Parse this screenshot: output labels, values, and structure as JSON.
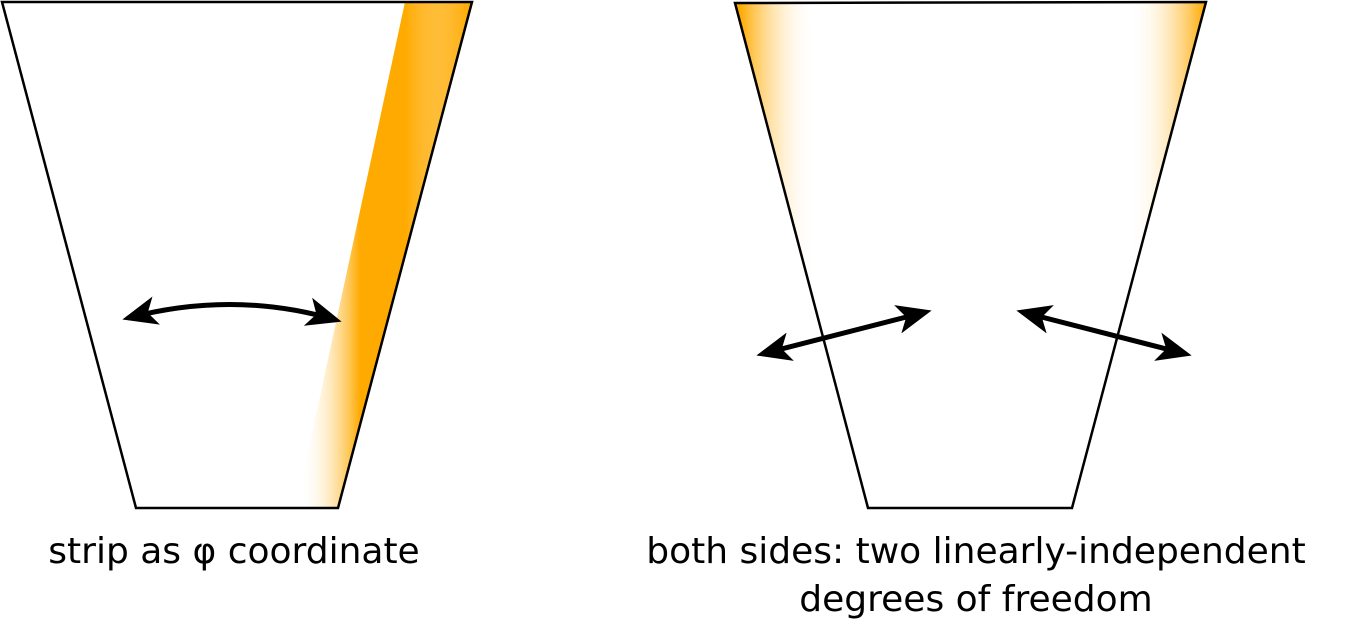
{
  "colors": {
    "background": "#ffffff",
    "stroke": "#000000",
    "gradient_edge": "#ffaa00",
    "gradient_fade": "#ffffff"
  },
  "left_panel": {
    "caption": "strip as φ coordinate",
    "arrow": "curved-double-headed-arrow",
    "highlighted_sides": [
      "right"
    ]
  },
  "right_panel": {
    "caption_line1": "both sides: two linearly-independent",
    "caption_line2": "degrees of freedom",
    "arrows": [
      "double-headed-arrow",
      "double-headed-arrow"
    ],
    "highlighted_sides": [
      "left",
      "right"
    ]
  }
}
